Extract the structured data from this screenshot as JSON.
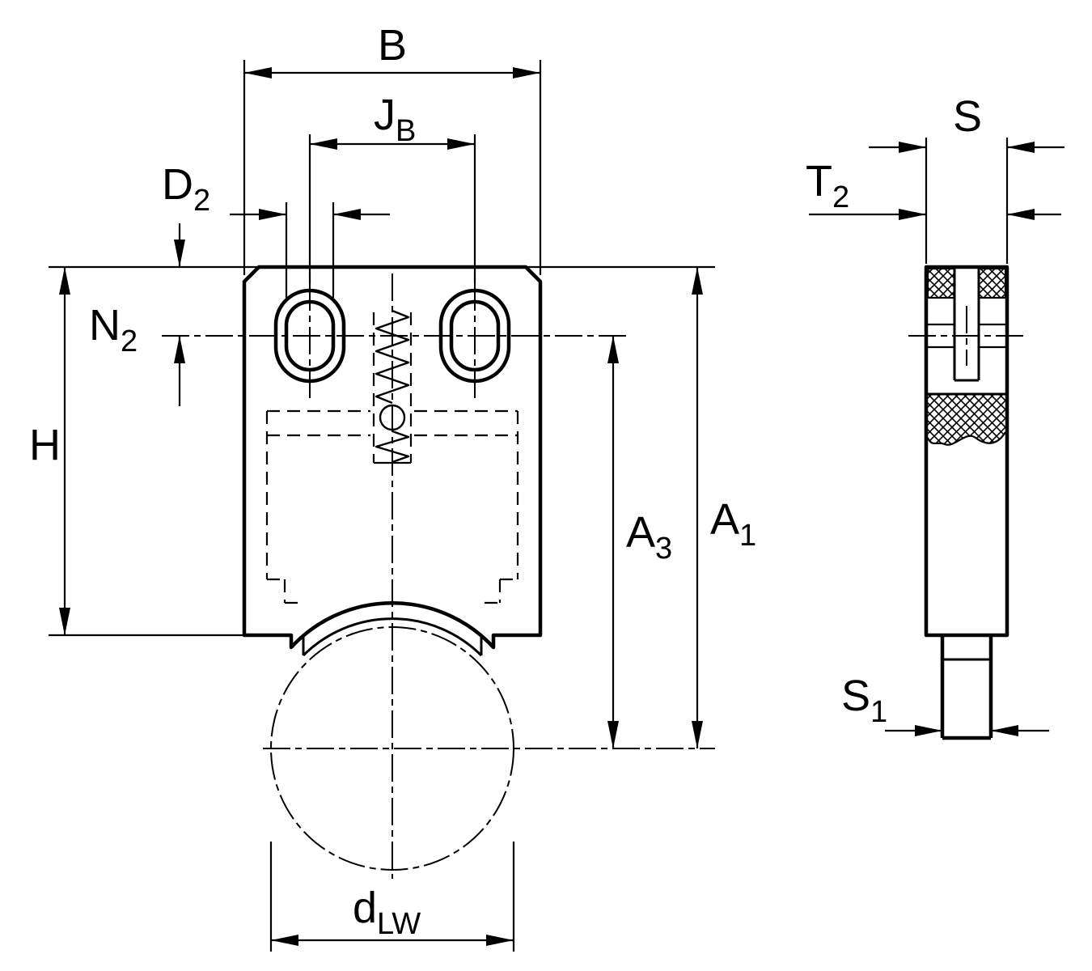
{
  "title": "Linear bearing unit dimension drawing, front and side views",
  "colors": {
    "line": "#000000",
    "background": "#ffffff"
  },
  "views": {
    "front": {
      "name": "front view",
      "features": [
        "housing block",
        "two slotted mounting holes",
        "spring-loaded ball detent",
        "hidden cavity",
        "shaft saddle with seal lip",
        "shaft centerline circle"
      ]
    },
    "side": {
      "name": "side view",
      "features": [
        "housing section",
        "cross-hatched seal inserts",
        "central slot",
        "shaft stub"
      ]
    }
  },
  "labels": {
    "B": {
      "base": "B",
      "sub": ""
    },
    "JB": {
      "base": "J",
      "sub": "B"
    },
    "D2": {
      "base": "D",
      "sub": "2"
    },
    "N2": {
      "base": "N",
      "sub": "2"
    },
    "H": {
      "base": "H",
      "sub": ""
    },
    "A3": {
      "base": "A",
      "sub": "3"
    },
    "A1": {
      "base": "A",
      "sub": "1"
    },
    "dLW": {
      "base": "d",
      "sub": "LW"
    },
    "S": {
      "base": "S",
      "sub": ""
    },
    "T2": {
      "base": "T",
      "sub": "2"
    },
    "S1": {
      "base": "S",
      "sub": "1"
    }
  }
}
